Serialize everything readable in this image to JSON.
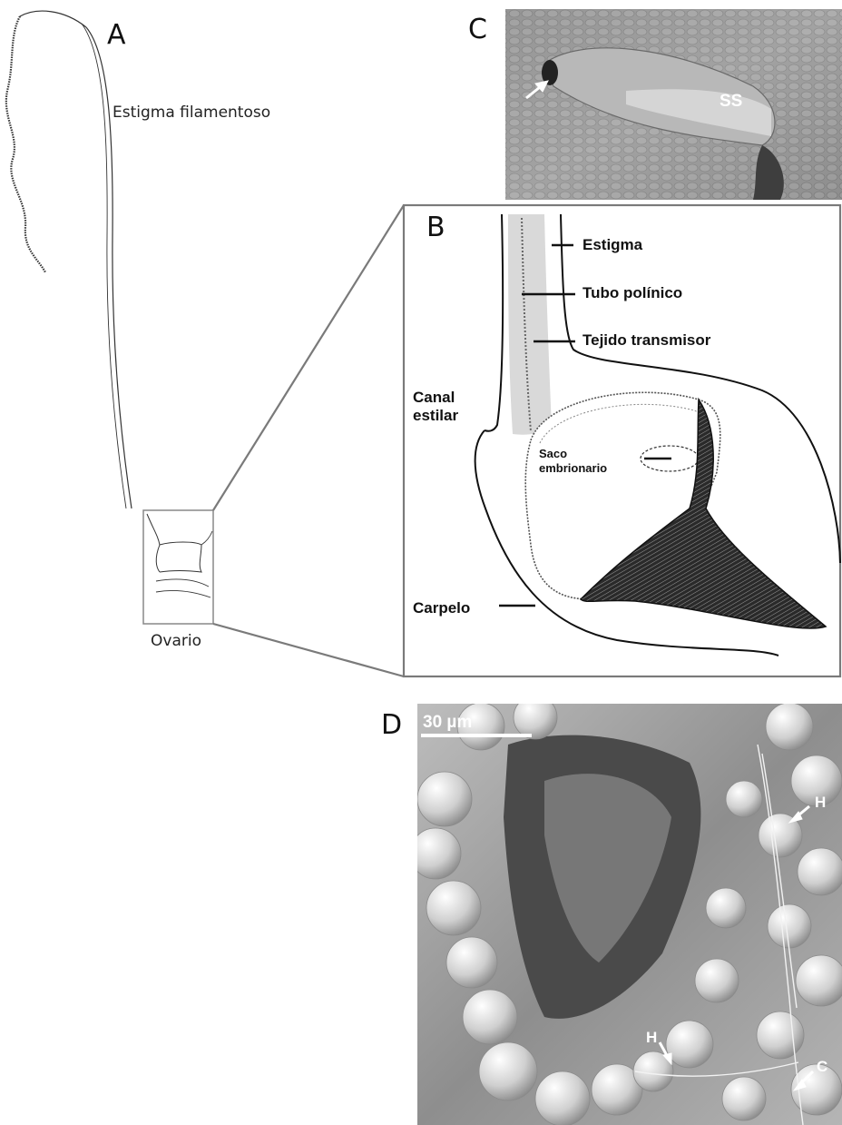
{
  "panels": {
    "a": {
      "letter": "A",
      "stigma_label": "Estigma filamentoso",
      "ovary_label": "Ovario"
    },
    "b": {
      "letter": "B",
      "labels": {
        "estigma": "Estigma",
        "tubo": "Tubo polínico",
        "tejido": "Tejido transmisor",
        "canal_line1": "Canal",
        "canal_line2": "estilar",
        "saco_line1": "Saco",
        "saco_line2": "embrionario",
        "carpelo": "Carpelo"
      }
    },
    "c": {
      "letter": "C",
      "ss_label": "SS"
    },
    "d": {
      "letter": "D",
      "scale_label": "30 µm",
      "arrow_h1": "H",
      "arrow_h2": "H",
      "arrow_c": "C"
    }
  },
  "colors": {
    "ink": "#111111",
    "frame_gray": "#777777",
    "sem_dark": "#6e6e6e",
    "sem_light": "#d8d8d8"
  }
}
